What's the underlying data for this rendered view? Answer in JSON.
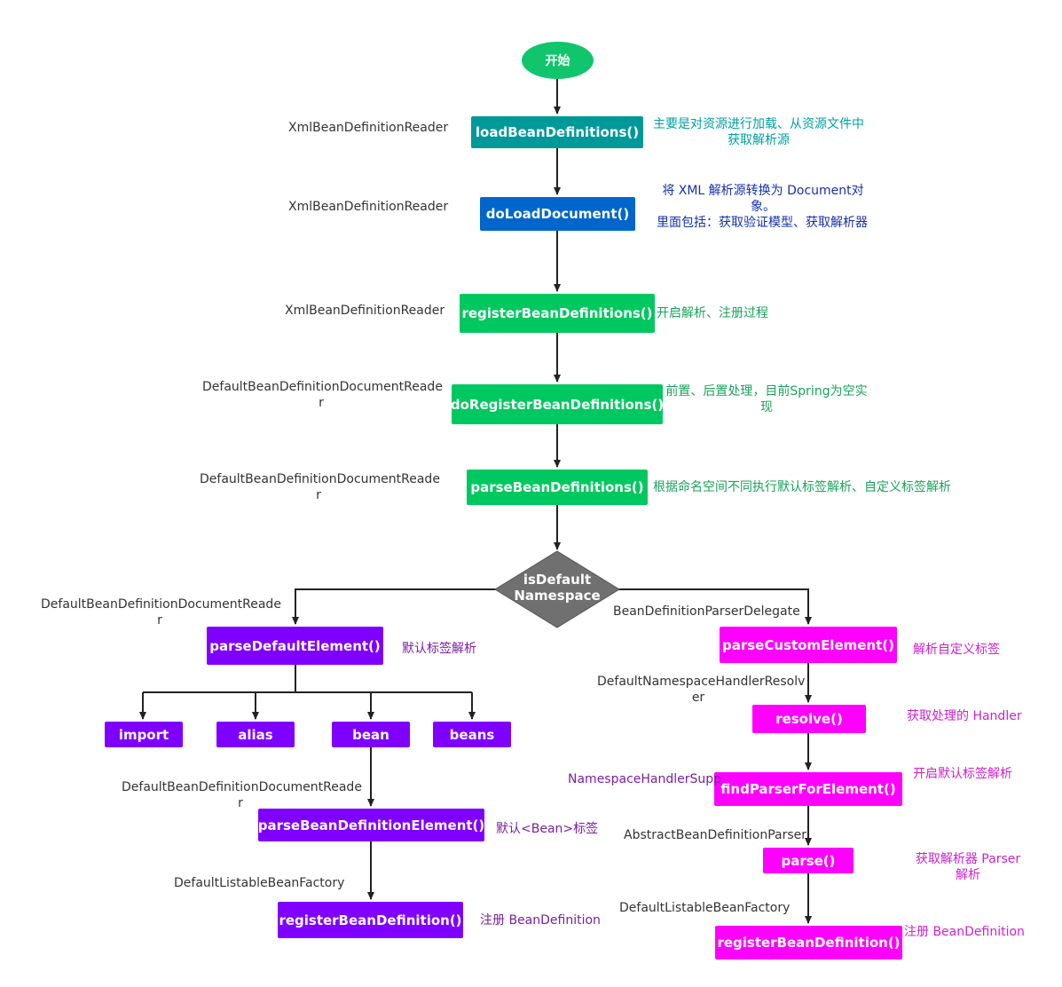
{
  "colors": {
    "start": "#10C56C",
    "teal": "#00999A",
    "blue": "#0066CC",
    "green": "#00C860",
    "purple": "#7F00FF",
    "magenta": "#FF00FF",
    "diamond": "#707070",
    "note_teal": "#00A0A0",
    "note_blue": "#1530B0",
    "note_green": "#19A35A",
    "note_purple": "#7B1FA2",
    "note_magenta": "#D020D0"
  },
  "nodes": {
    "start": "开始",
    "load_bean_definitions": "loadBeanDefinitions()",
    "do_load_document": "doLoadDocument()",
    "register_bean_definitions": "registerBeanDefinitions()",
    "do_register_bean_definitions": "doRegisterBeanDefinitions()",
    "parse_bean_definitions": "parseBeanDefinitions()",
    "is_default_namespace_line1": "isDefault",
    "is_default_namespace_line2": "Namespace",
    "parse_default_element": "parseDefaultElement()",
    "import": "import",
    "alias": "alias",
    "bean": "bean",
    "beans": "beans",
    "parse_bean_definition_element": "parseBeanDefinitionElement()",
    "register_bean_definition_left": "registerBeanDefinition()",
    "parse_custom_element": "parseCustomElement()",
    "resolve": "resolve()",
    "find_parser_for_element": "findParserForElement()",
    "parse": "parse()",
    "register_bean_definition_right": "registerBeanDefinition()"
  },
  "class_labels": {
    "xml_reader_1": "XmlBeanDefinitionReader",
    "xml_reader_2": "XmlBeanDefinitionReader",
    "xml_reader_3": "XmlBeanDefinitionReader",
    "doc_reader_1": "DefaultBeanDefinitionDocumentReade r",
    "doc_reader_2": "DefaultBeanDefinitionDocumentReade r",
    "doc_reader_3": "DefaultBeanDefinitionDocumentReade r",
    "parser_delegate": "BeanDefinitionParserDelegate",
    "doc_reader_4": "DefaultBeanDefinitionDocumentReade r",
    "listable_factory_left": "DefaultListableBeanFactory",
    "namespace_resolver": "DefaultNamespaceHandlerResolv er",
    "namespace_support": "NamespaceHandlerSupp",
    "abstract_parser": "AbstractBeanDefinitionParser",
    "listable_factory_right": "DefaultListableBeanFactory"
  },
  "notes": {
    "load": "主要是对资源进行加载、从资源文件中获取解析源",
    "do_load_line1": "将 XML 解析源转换为 Document对象。",
    "do_load_line2": "里面包括：获取验证模型、获取解析器",
    "register": "开启解析、注册过程",
    "do_register": "前置、后置处理，目前Spring为空实现",
    "parse_defs": "根据命名空间不同执行默认标签解析、自定义标签解析",
    "default_element": "默认标签解析",
    "bean_element": "默认<Bean>标签",
    "register_left": "注册 BeanDefinition",
    "custom_element": "解析自定义标签",
    "resolve": "获取处理的 Handler",
    "find_parser": "开启默认标签解析",
    "parse": "获取解析器 Parser 解析",
    "register_right": "注册 BeanDefinition"
  }
}
